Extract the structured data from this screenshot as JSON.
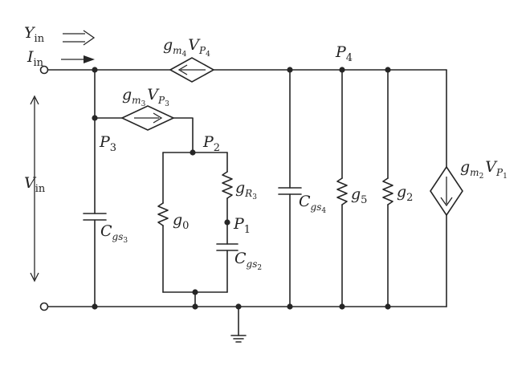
{
  "labels": {
    "y_in": {
      "main": "Y",
      "sub": "in"
    },
    "i_in": {
      "main": "I",
      "sub": "in"
    },
    "v_in": {
      "main": "V",
      "sub": "in"
    },
    "src_top": {
      "g": "g",
      "m": "m",
      "idx": "4",
      "v": "V",
      "p": "P",
      "pidx": "4"
    },
    "src_mid": {
      "g": "g",
      "m": "m",
      "idx": "3",
      "v": "V",
      "p": "P",
      "pidx": "3"
    },
    "src_right": {
      "g": "g",
      "m": "m",
      "idx": "2",
      "v": "V",
      "p": "P",
      "pidx": "1"
    },
    "p4": {
      "main": "P",
      "sub": "4"
    },
    "p3": {
      "main": "P",
      "sub": "3"
    },
    "p2": {
      "main": "P",
      "sub": "2"
    },
    "p1": {
      "main": "P",
      "sub": "1"
    },
    "gr3": {
      "main": "g",
      "sub": "R",
      "subsub": "3"
    },
    "g0": {
      "main": "g",
      "sub": "0"
    },
    "g5": {
      "main": "g",
      "sub": "5"
    },
    "g2": {
      "main": "g",
      "sub": "2"
    },
    "cgs3": {
      "main": "C",
      "sub": "gs",
      "subsub": "3"
    },
    "cgs2": {
      "main": "C",
      "sub": "gs",
      "subsub": "2"
    },
    "cgs4": {
      "main": "C",
      "sub": "gs",
      "subsub": "4"
    }
  }
}
